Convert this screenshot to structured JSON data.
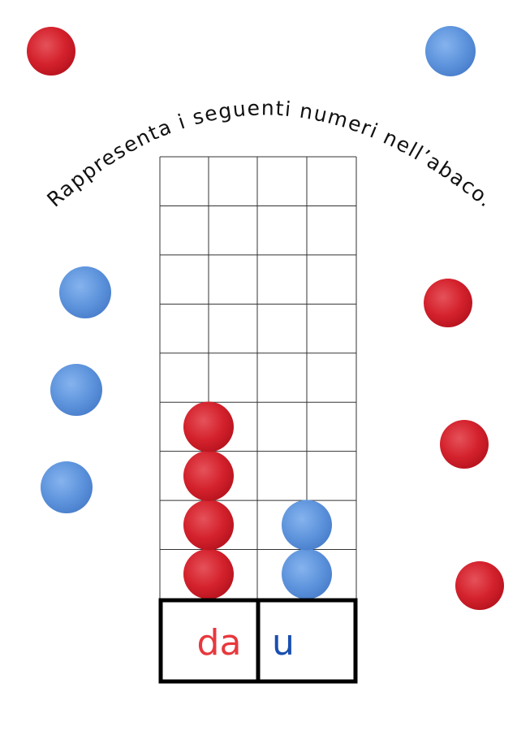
{
  "instruction": "Rappresenta i seguenti numeri nell’abaco.",
  "abacus": {
    "columns": [
      {
        "label": "da",
        "color": "#e8383d",
        "count": 4
      },
      {
        "label": "u",
        "color": "#1a4fb0",
        "count": 2
      }
    ]
  },
  "colors": {
    "red_bead": "#d7242f",
    "blue_bead": "#5f95dd",
    "grid_line": "#333333",
    "box_border": "#000000"
  }
}
